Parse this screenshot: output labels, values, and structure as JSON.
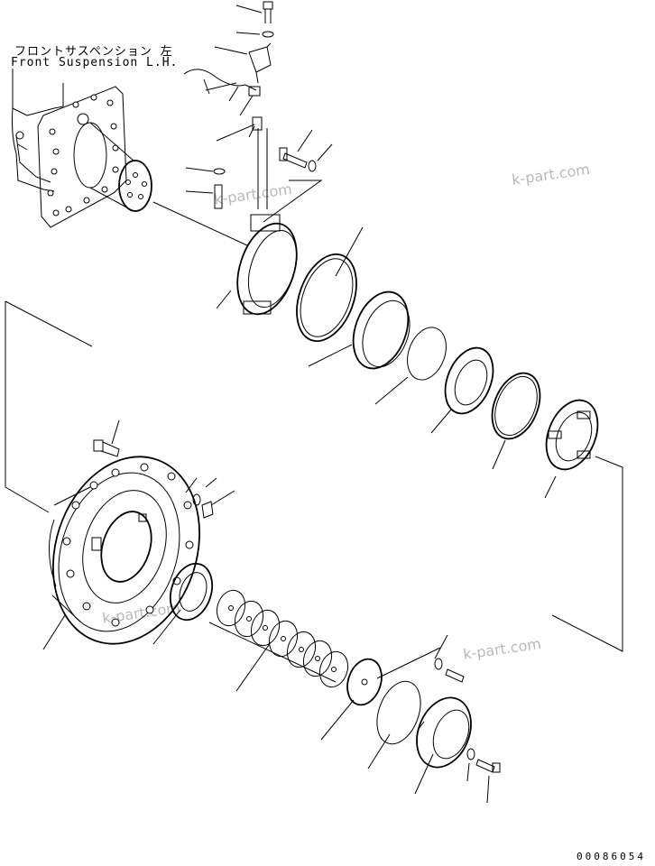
{
  "assembly": {
    "title_jp": "フロントサスペンション 左",
    "title_en": "Front Suspension L.H."
  },
  "drawing_number": "00086054",
  "watermarks": [
    "k-part.com",
    "k-part.com",
    "k-part.com",
    "k-part.com"
  ],
  "colors": {
    "line": "#000000",
    "background": "#ffffff",
    "watermark": "#b9b9b9"
  }
}
